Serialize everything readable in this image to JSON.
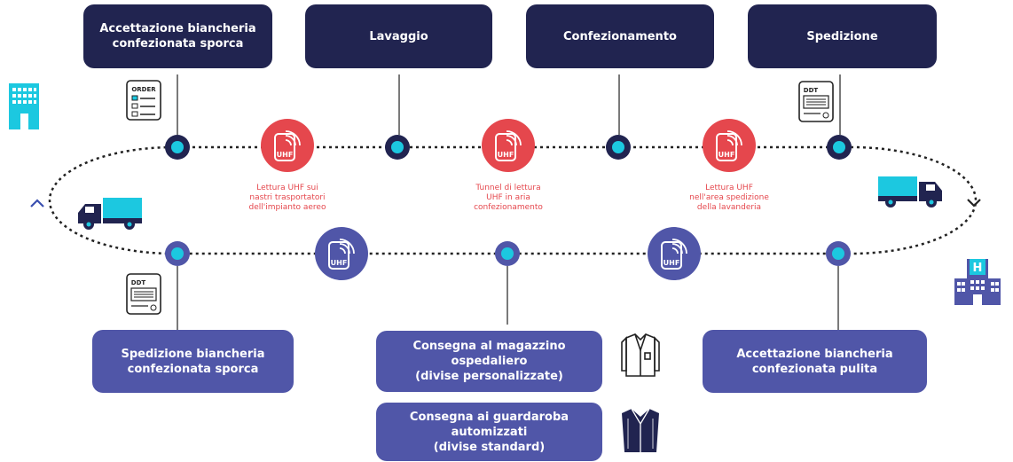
{
  "steps_top": [
    {
      "label": "Accettazione biancheria\nconfezionata sporca"
    },
    {
      "label": "Lavaggio"
    },
    {
      "label": "Confezionamento"
    },
    {
      "label": "Spedizione"
    }
  ],
  "steps_bottom": [
    {
      "label": "Spedizione biancheria\nconfezionata sporca"
    },
    {
      "label": "Consegna al magazzino\nospedaliero\n(divise personalizzate)"
    },
    {
      "label": "Consegna ai guardaroba\nautomizzati\n(divise standard)"
    },
    {
      "label": "Accettazione biancheria\nconfezionata pulita"
    }
  ],
  "captions": [
    "Lettura UHF sui\nnastri trasportatori\ndell'impianto aereo",
    "Tunnel di lettura\nUHF in aria\nconfezionamento",
    "Lettura UHF\nnell'area spedizione\ndella lavanderia"
  ],
  "docs": {
    "order": "ORDER",
    "ddt": "DDT"
  },
  "uhf": "UHF",
  "hospital_letter": "H",
  "colors": {
    "dark": "#212450",
    "light": "#5056a8",
    "red": "#e5474d",
    "cyan": "#1cc8e0",
    "teal": "#1ab5cf"
  },
  "icons": [
    "building-icon",
    "order-document-icon",
    "ddt-document-icon",
    "uhf-tag-icon",
    "truck-icon",
    "hospital-icon",
    "shirt-icon",
    "uniform-icon",
    "chevron-up-icon",
    "chevron-down-icon"
  ]
}
